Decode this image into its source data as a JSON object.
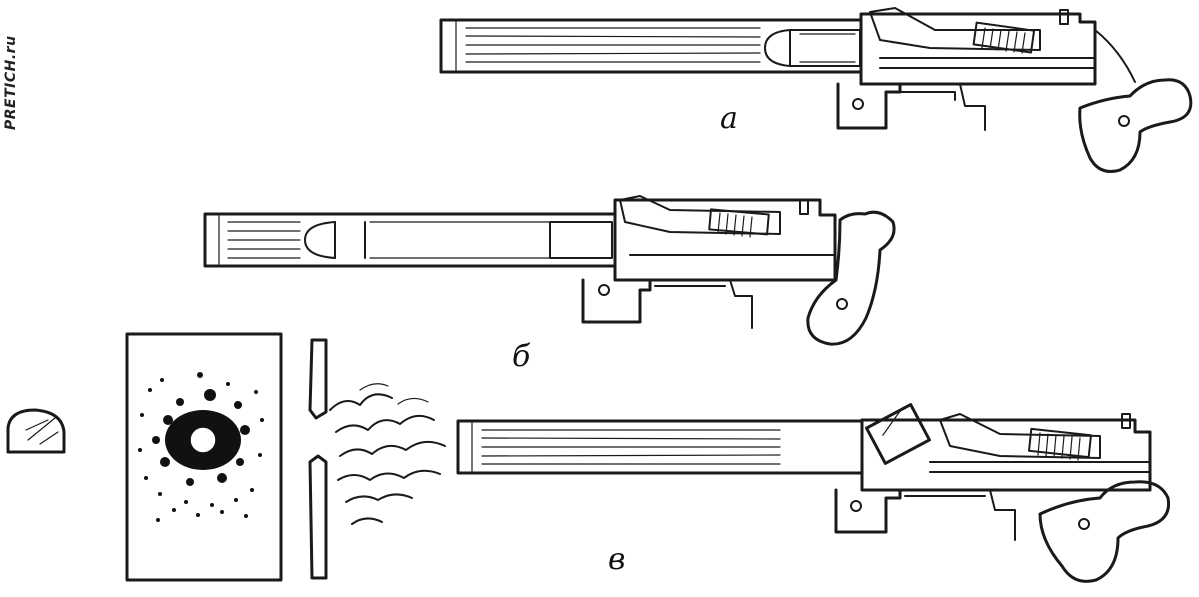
{
  "watermark": "PRETICH.ru",
  "panels": [
    {
      "id": "a",
      "label": "а"
    },
    {
      "id": "b",
      "label": "б"
    },
    {
      "id": "v",
      "label": "в"
    }
  ]
}
